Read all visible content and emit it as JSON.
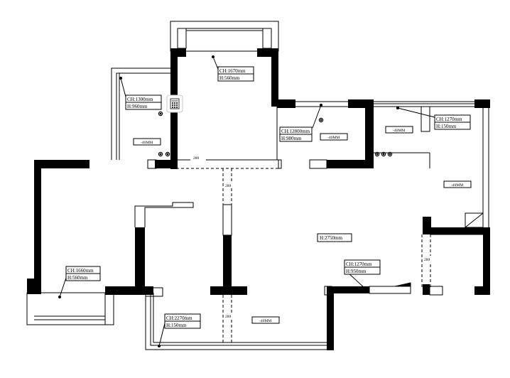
{
  "annotations": {
    "ch_1670": "CH:1670mm",
    "h_560_top": "H:560mm",
    "ch_1300": "CH:1300mm",
    "h_960": "H:960mm",
    "ch_12800": "CH:12800mm",
    "h_980": "H:980mm",
    "ch_1270_right": "CH:1270mm",
    "h_150_right": "H:150mm",
    "ch_1660": "CH:1660mm",
    "h_560_left": "H:560mm",
    "ch_2270": "CH:2270mm",
    "h_150_bottom": "H:150mm",
    "ch_1270_mid": "CH:1270mm",
    "h_950": "H:950mm",
    "h_2750": "H:2750mm"
  },
  "floor_levels": {
    "bedroom_left": "-40MM",
    "bedroom_mid": "-40MM",
    "bedroom_right": "-40MM",
    "corridor_right": "-40MM",
    "balcony_bottom": "-40MM"
  },
  "dims": {
    "d280_a": "280",
    "d280_b": "280",
    "d280_c": "280",
    "d280_d": "280"
  },
  "toolbar": {
    "calculator_icon": "calculator-icon"
  }
}
